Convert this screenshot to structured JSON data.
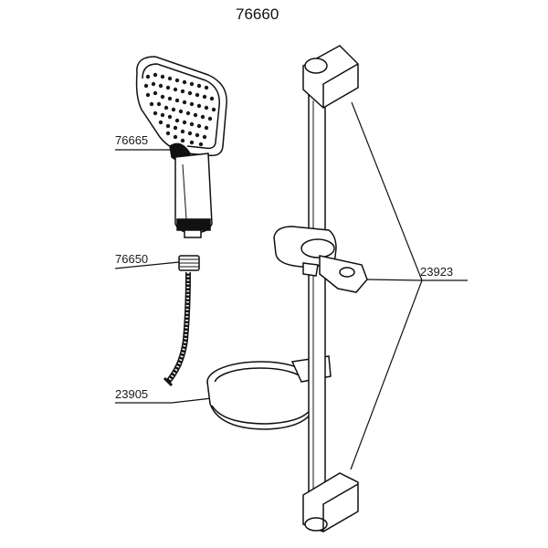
{
  "title": "76660",
  "parts": {
    "hand_shower": "76665",
    "hose_connector": "76650",
    "soap_dish": "23905",
    "rail_set": "23923"
  },
  "colors": {
    "line": "#111111",
    "fill": "#ffffff",
    "nozzle": "#1a1a1a"
  }
}
